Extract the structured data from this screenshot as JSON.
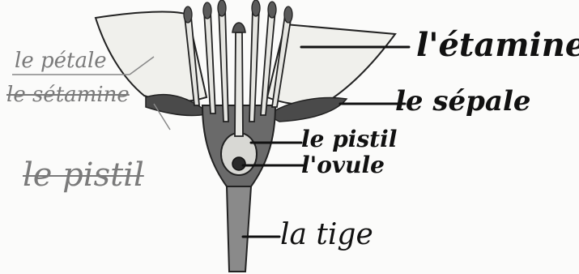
{
  "labels_right": {
    "etamine": "l'étamine",
    "sepale": "le sépale",
    "pistil": "le pistil",
    "ovule": "l'ovule",
    "tige": "la tige"
  },
  "labels_left": {
    "petale": "le pétale",
    "etamine_crossed": "le sétamine",
    "pistil_crossed": "le pistil"
  },
  "colors": {
    "ink": "#111111",
    "pencil": "#7a7a7a",
    "shading": "#555555",
    "petal": "#efefec"
  }
}
